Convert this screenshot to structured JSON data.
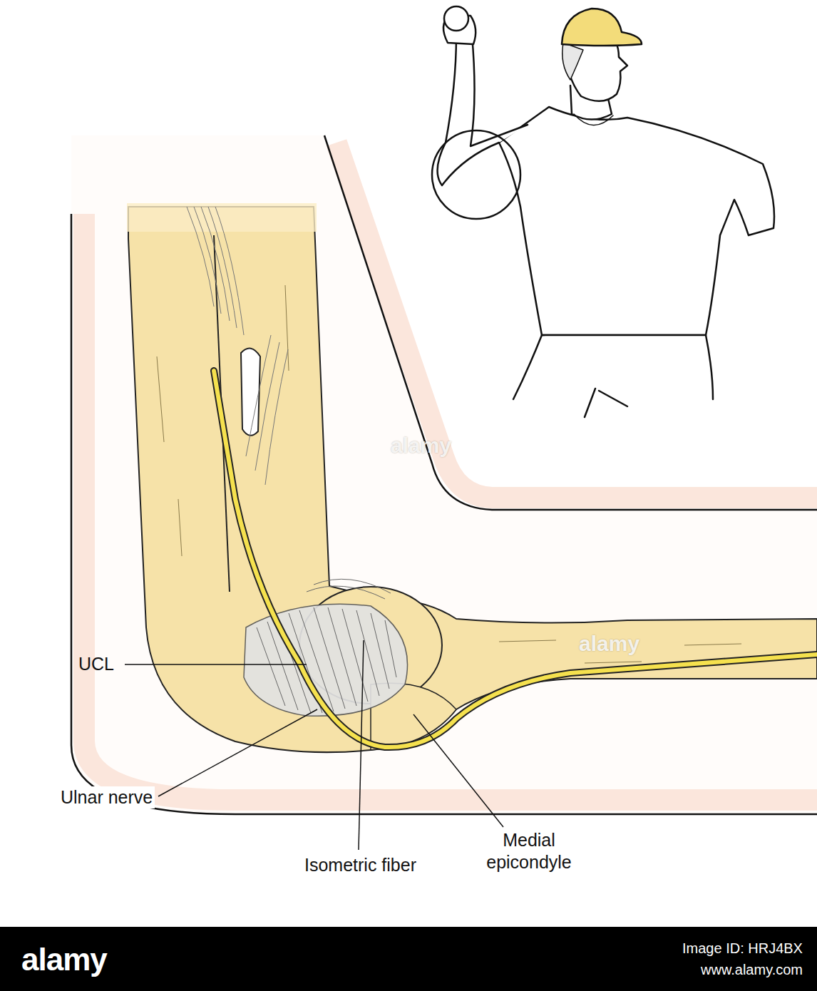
{
  "diagram": {
    "labels": [
      "UCL",
      "Ulnar nerve",
      "Isometric fiber",
      "Medial epicondyle",
      "alamy",
      "alamy",
      "alamy",
      "Image ID: HRJ4BX",
      "www.alamy.com"
    ]
  }
}
